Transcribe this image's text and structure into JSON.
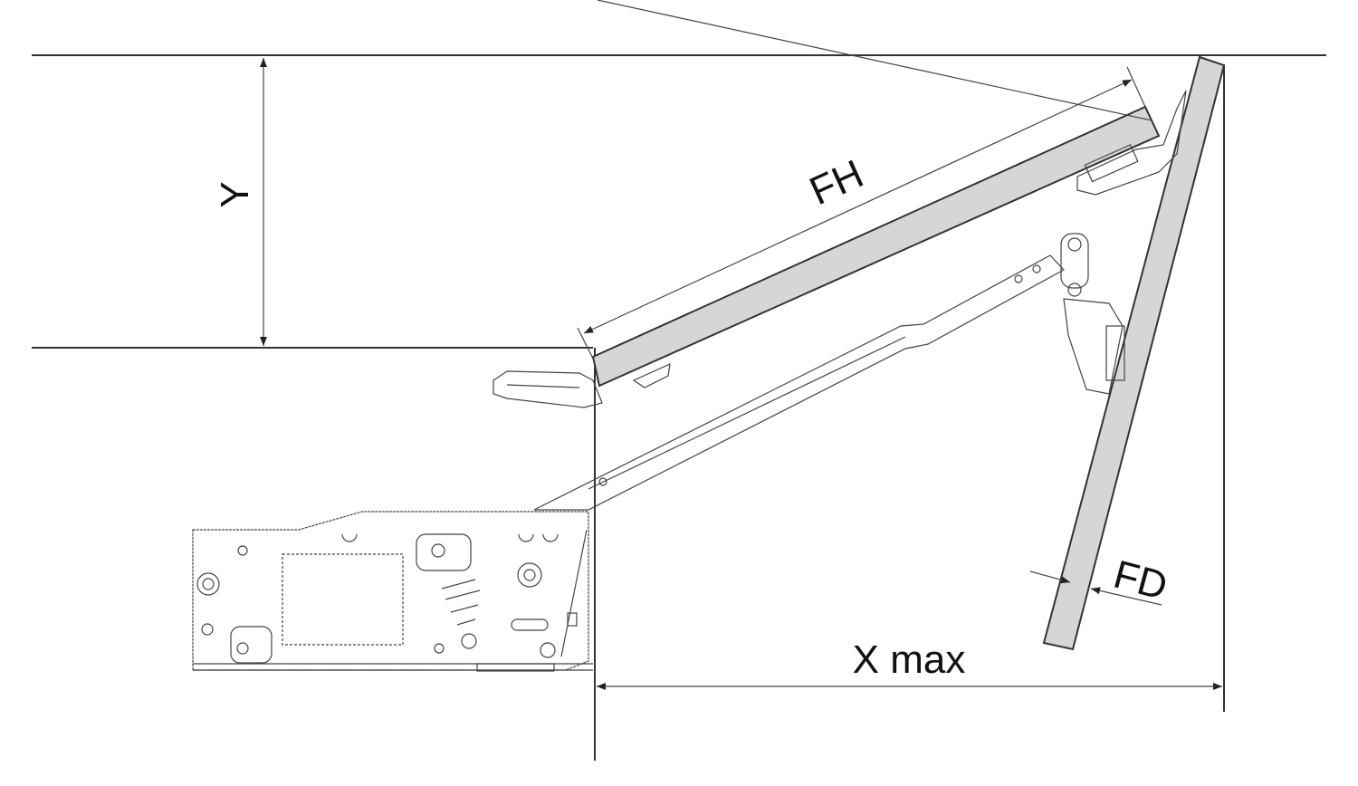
{
  "labels": {
    "y": "Y",
    "fh": "FH",
    "fd": "FD",
    "xmax": "X max"
  },
  "colors": {
    "line": "#333333",
    "panel_fill": "#d6d6d6",
    "background": "#ffffff"
  }
}
